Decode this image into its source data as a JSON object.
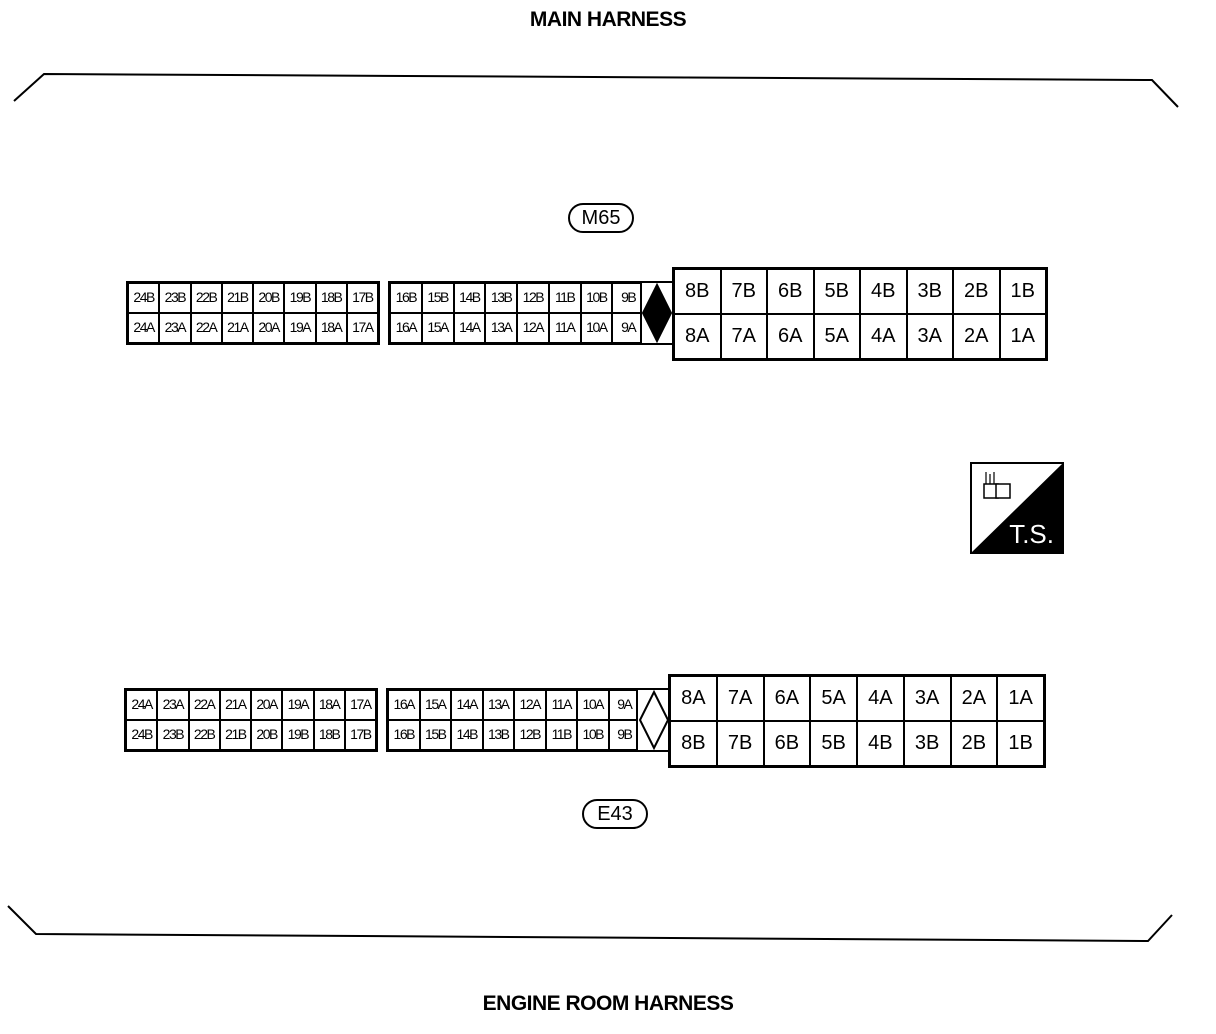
{
  "titles": {
    "top": "MAIN HARNESS",
    "bottom": "ENGINE ROOM HARNESS"
  },
  "connectors": {
    "top": {
      "id": "M65",
      "small_row1": [
        "24B",
        "23B",
        "22B",
        "21B",
        "20B",
        "19B",
        "18B",
        "17B",
        "16B",
        "15B",
        "14B",
        "13B",
        "12B",
        "11B",
        "10B",
        "9B"
      ],
      "small_row2": [
        "24A",
        "23A",
        "22A",
        "21A",
        "20A",
        "19A",
        "18A",
        "17A",
        "16A",
        "15A",
        "14A",
        "13A",
        "12A",
        "11A",
        "10A",
        "9A"
      ],
      "big_row1": [
        "8B",
        "7B",
        "6B",
        "5B",
        "4B",
        "3B",
        "2B",
        "1B"
      ],
      "big_row2": [
        "8A",
        "7A",
        "6A",
        "5A",
        "4A",
        "3A",
        "2A",
        "1A"
      ],
      "key_filled": true
    },
    "bottom": {
      "id": "E43",
      "small_row1": [
        "24A",
        "23A",
        "22A",
        "21A",
        "20A",
        "19A",
        "18A",
        "17A",
        "16A",
        "15A",
        "14A",
        "13A",
        "12A",
        "11A",
        "10A",
        "9A"
      ],
      "small_row2": [
        "24B",
        "23B",
        "22B",
        "21B",
        "20B",
        "19B",
        "18B",
        "17B",
        "16B",
        "15B",
        "14B",
        "13B",
        "12B",
        "11B",
        "10B",
        "9B"
      ],
      "big_row1": [
        "8A",
        "7A",
        "6A",
        "5A",
        "4A",
        "3A",
        "2A",
        "1A"
      ],
      "big_row2": [
        "8B",
        "7B",
        "6B",
        "5B",
        "4B",
        "3B",
        "2B",
        "1B"
      ],
      "key_filled": false
    }
  },
  "badge": {
    "label": "T.S.",
    "icon": "connector-icon"
  }
}
